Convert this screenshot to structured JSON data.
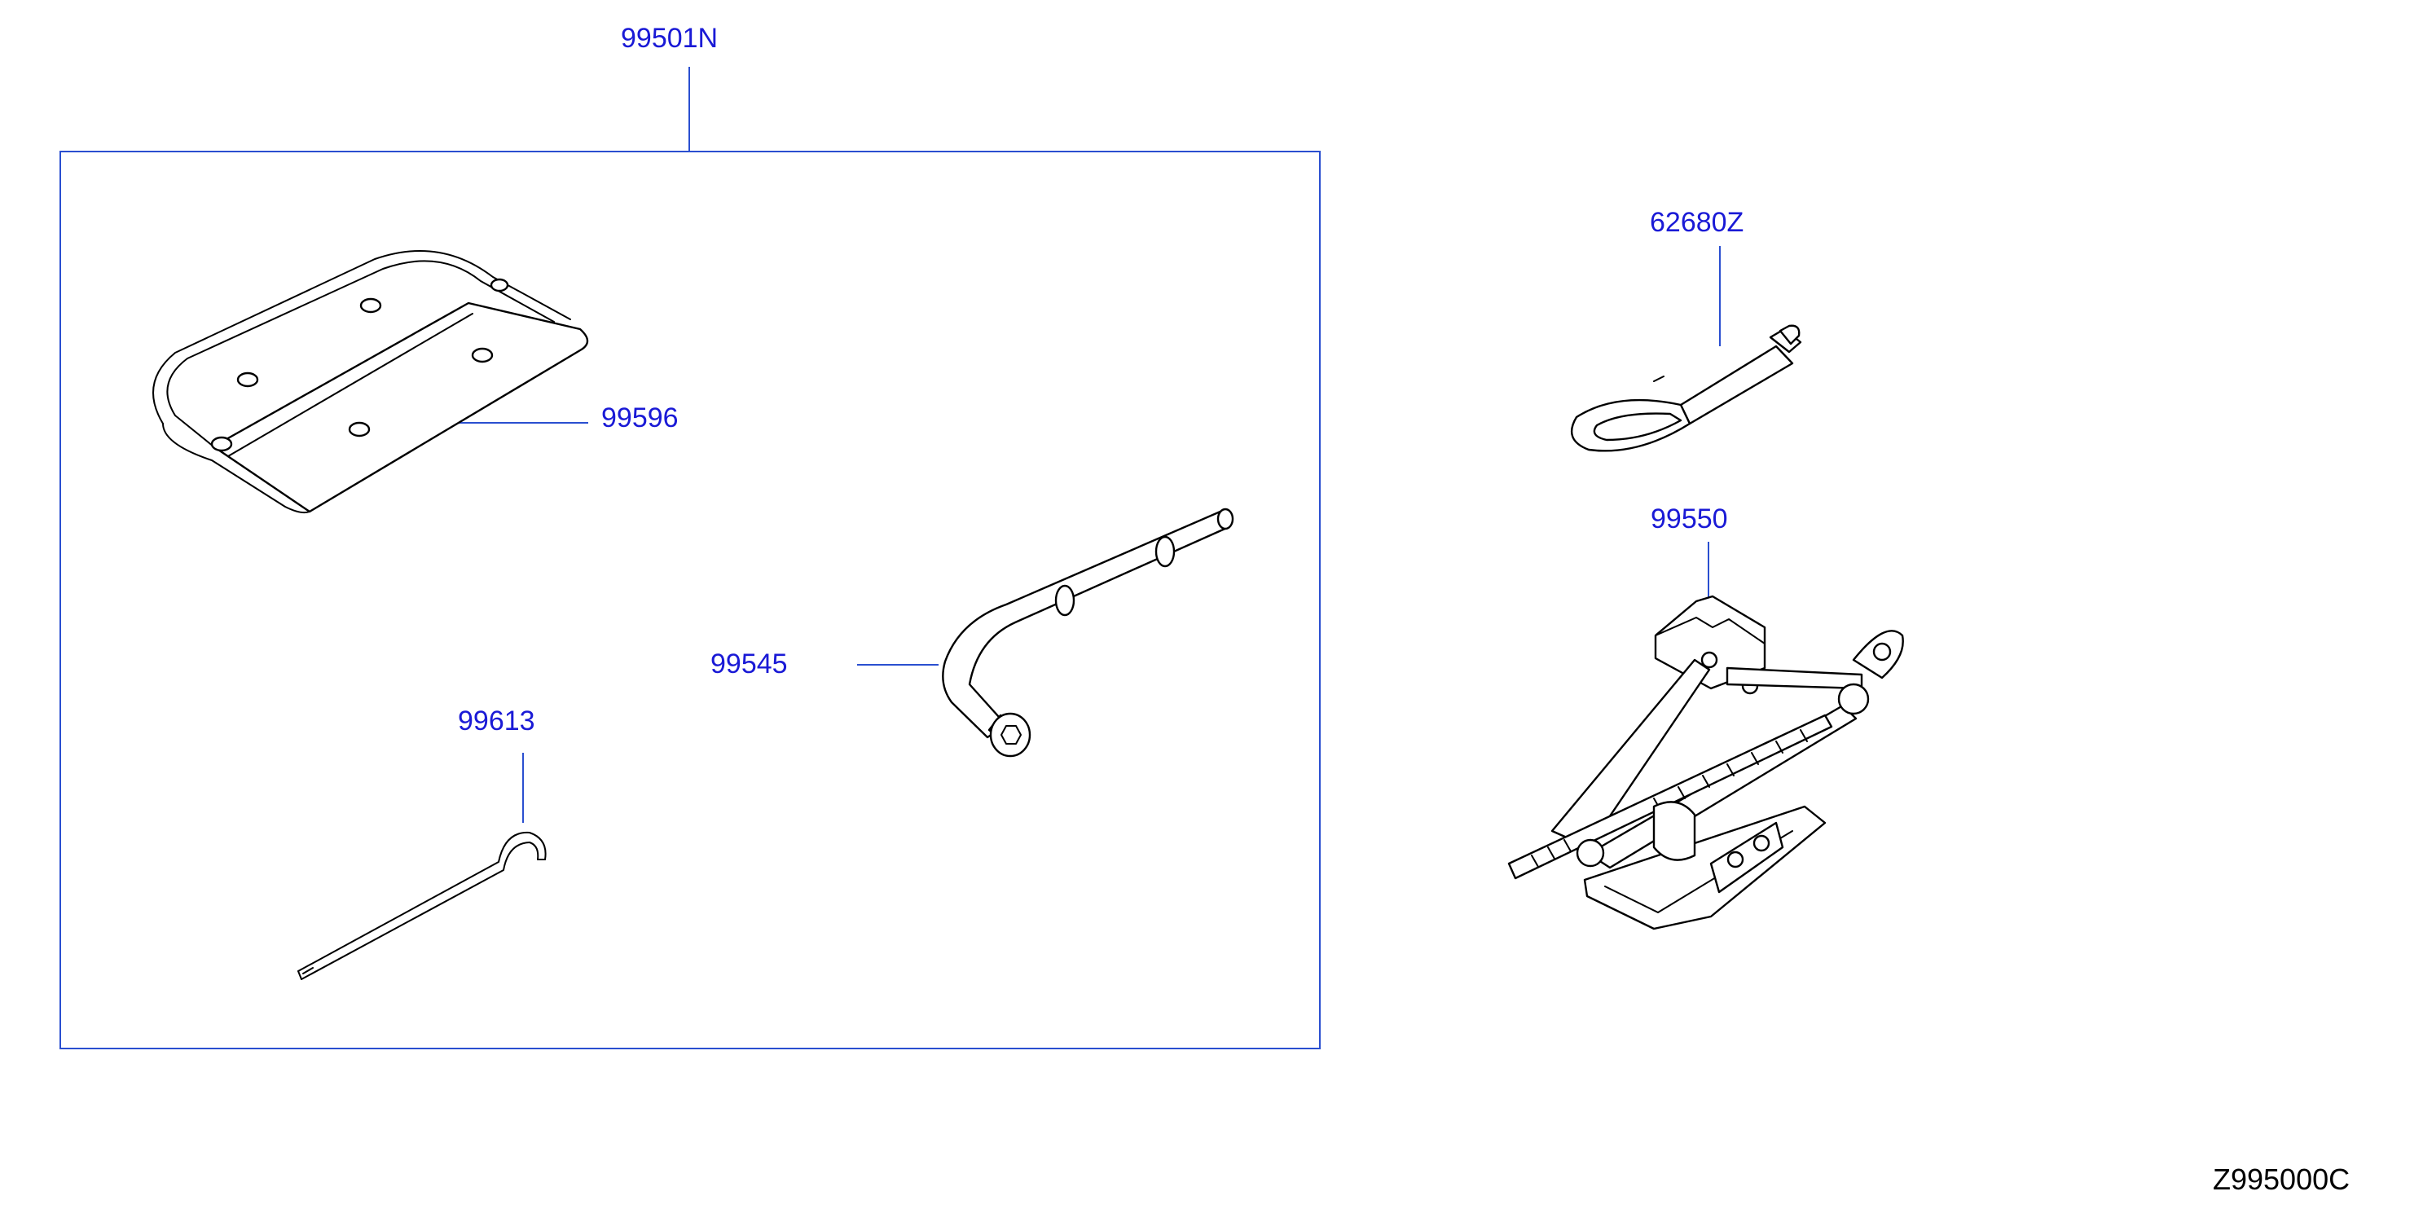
{
  "diagram": {
    "reference_code": "Z995000C",
    "callouts": {
      "tool_kit": "99501N",
      "jack_bag": "99596",
      "wheel_wrench": "99545",
      "jack_handle": "99613",
      "tow_hook": "62680Z",
      "jack": "99550"
    }
  },
  "colors": {
    "callout_text": "#1a1ad6",
    "leader_line": "#2a4fd0",
    "part_outline": "#000000",
    "background": "#ffffff"
  }
}
